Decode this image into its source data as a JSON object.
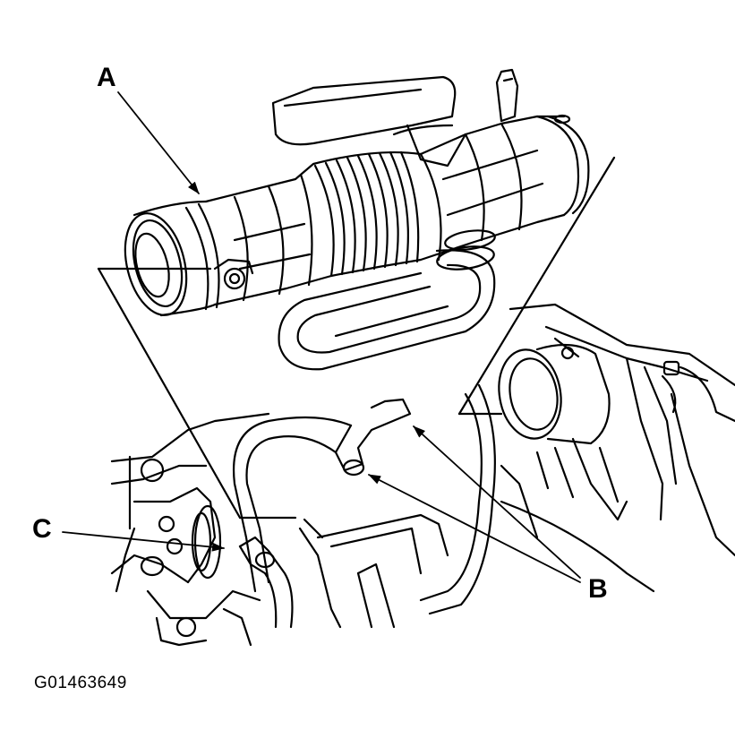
{
  "callouts": {
    "a": "A",
    "b": "B",
    "c": "C"
  },
  "figure_id": "G01463649"
}
